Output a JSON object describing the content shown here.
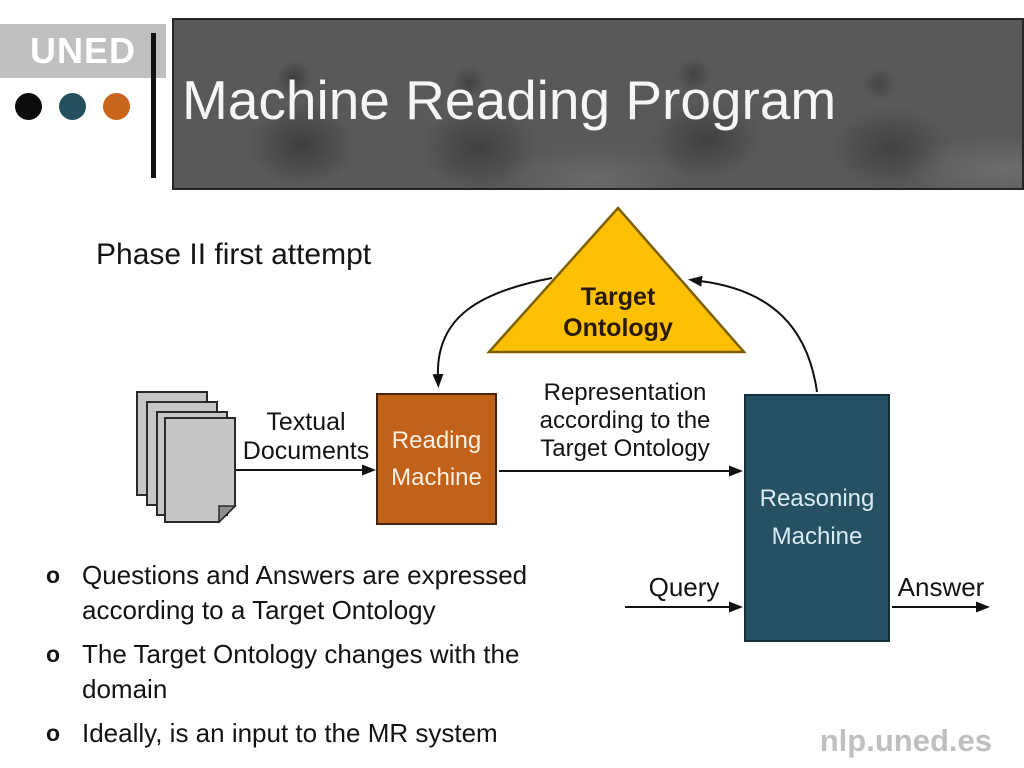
{
  "brand": {
    "name": "UNED",
    "dot_colors": [
      "#0c0c0c",
      "#24505e",
      "#c8651a"
    ]
  },
  "header": {
    "title": "Machine Reading Program",
    "background_color": "#595959"
  },
  "subtitle": "Phase II first attempt",
  "diagram": {
    "target_ontology": {
      "lines": [
        "Target",
        "Ontology"
      ],
      "fill": "#fdc003"
    },
    "reading_machine": {
      "lines": [
        "Reading",
        "Machine"
      ],
      "fill": "#c2611a"
    },
    "reasoning_machine": {
      "lines": [
        "Reasoning",
        "Machine"
      ],
      "fill": "#255163"
    },
    "textual_documents": {
      "lines": [
        "Textual",
        "Documents"
      ]
    },
    "representation": {
      "lines": [
        "Representation",
        "according to the",
        "Target Ontology"
      ]
    },
    "query_label": "Query",
    "answer_label": "Answer"
  },
  "bullets": {
    "marker": "o",
    "items": [
      "Questions and Answers are expressed according to a Target Ontology",
      "The Target Ontology changes with the domain",
      "Ideally, is an input to the MR system"
    ]
  },
  "footer": {
    "site": "nlp.uned.es"
  }
}
